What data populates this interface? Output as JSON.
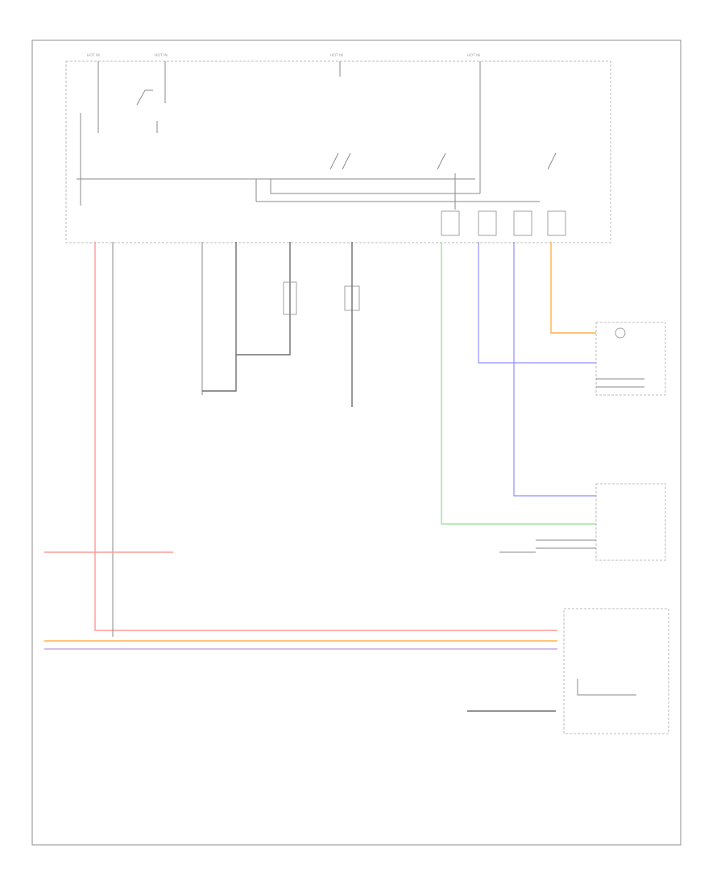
{
  "diagram": {
    "footer_label": "",
    "labels": {
      "fuse_top_1": "HOT IN",
      "fuse_top_2": "HOT IN",
      "fuse_top_3": "HOT IN",
      "fuse_top_4": "HOT IN",
      "module_top_right": "",
      "bcm_name": "",
      "switch_1": "",
      "switch_2": "",
      "switch_3": "",
      "hl_right_unit": "",
      "hl_left_unit": "",
      "ground_left": "",
      "ground_mid": "",
      "ground_right": "",
      "other_system": "",
      "combination_meter": "",
      "meter_inner": "",
      "meter_unit": "",
      "ground_bottom": ""
    }
  },
  "colors": {
    "red_wire": "#ff9a9a",
    "orange_wire": "#ffb04a",
    "violet_wire": "#c8a8e0",
    "blue_wire": "#8f8fff",
    "green_wire": "#8ae08a",
    "frame": "#8c8c8c"
  }
}
